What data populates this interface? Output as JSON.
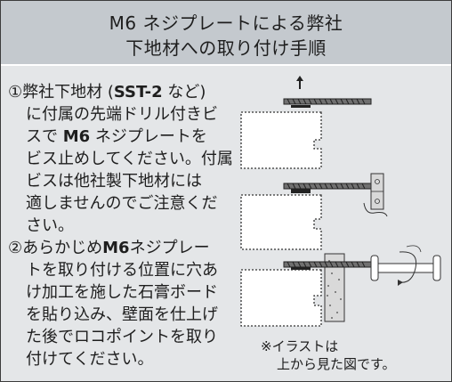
{
  "header": {
    "title_line1": "M6 ネジプレートによる弊社",
    "title_line2": "下地材への取り付け手順"
  },
  "steps": [
    {
      "lines": [
        {
          "pre": "①弊社下地材 (",
          "bold": "SST-2",
          "post": " など)"
        },
        {
          "pre": "に付属の先端ドリル付きビ",
          "bold": "",
          "post": ""
        },
        {
          "pre": "スで ",
          "bold": "M6",
          "post": " ネジプレートを"
        },
        {
          "pre": "ビス止めしてください。付属",
          "bold": "",
          "post": ""
        },
        {
          "pre": "ビスは他社製下地材には",
          "bold": "",
          "post": ""
        },
        {
          "pre": "適しませんのでご注意くだ",
          "bold": "",
          "post": ""
        },
        {
          "pre": "さい。",
          "bold": "",
          "post": ""
        }
      ]
    },
    {
      "lines": [
        {
          "pre": "②あらかじめ",
          "bold": "M6",
          "post": "ネジプレー"
        },
        {
          "pre": "トを取り付ける位置に穴あ",
          "bold": "",
          "post": ""
        },
        {
          "pre": "け加工を施した石膏ボード",
          "bold": "",
          "post": ""
        },
        {
          "pre": "を貼り込み、壁面を仕上げ",
          "bold": "",
          "post": ""
        },
        {
          "pre": "た後でロコポイントを取り",
          "bold": "",
          "post": ""
        },
        {
          "pre": "付けてください。",
          "bold": "",
          "post": ""
        }
      ]
    }
  ],
  "note": {
    "line1": "※イラストは",
    "line2": "上から見た図です。"
  }
}
